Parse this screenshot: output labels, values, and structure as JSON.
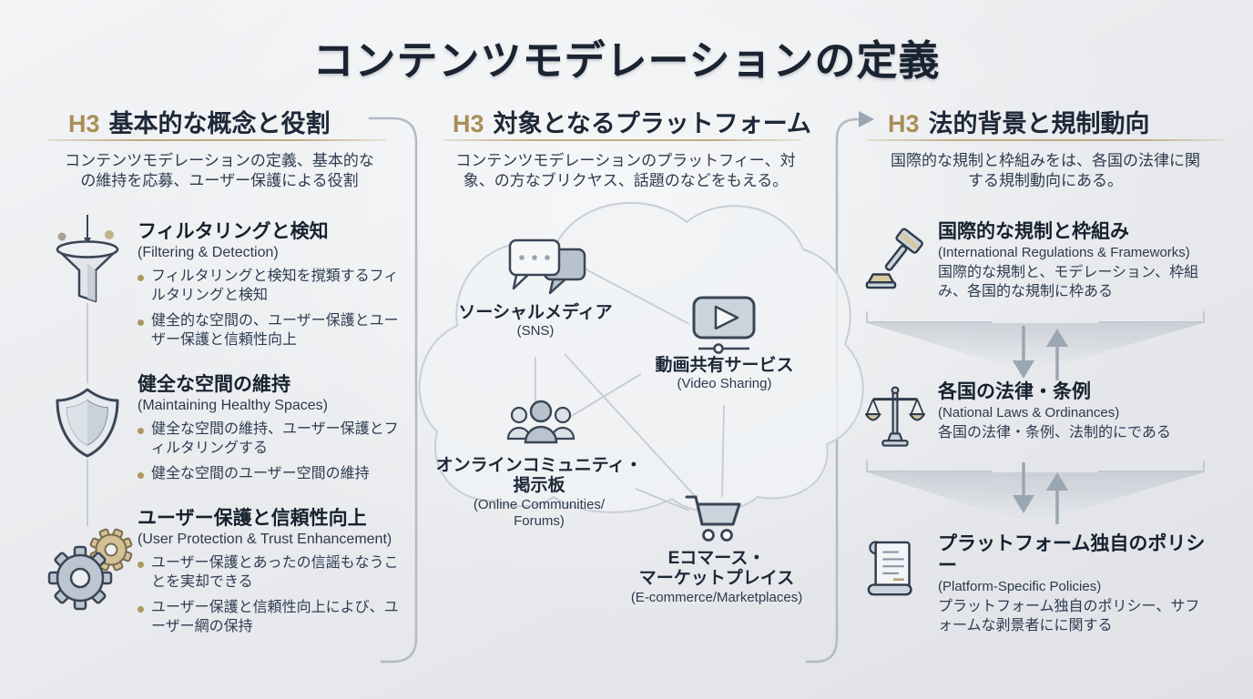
{
  "page": {
    "title": "コンテンツモデレーションの定義"
  },
  "colors": {
    "title_navy": "#1a2331",
    "accent_gold": "#a98f55",
    "body_text": "#2e3c52",
    "icon_stroke": "#3a4656",
    "icon_fill": "#c3ccd6",
    "icon_gold": "#d2c097",
    "line_gray": "#c6cbd2",
    "arrow_gray": "#9aa6b2"
  },
  "left": {
    "tag": "H3",
    "heading": "基本的な概念と役割",
    "desc_lines": [
      "コンテンツモデレーションの定義、基本的な",
      "の維持を応募、ユーザー保護による役割"
    ],
    "items": [
      {
        "icon": "funnel-icon",
        "title": "フィルタリングと検知",
        "subtitle": "(Filtering & Detection)",
        "bullets": [
          "フィルタリングと検知を撹類するフィルタリングと検知",
          "健全的な空間の、ユーザー保護とユーザー保護と信頼性向上"
        ]
      },
      {
        "icon": "shield-icon",
        "title": "健全な空間の維持",
        "subtitle": "(Maintaining Healthy Spaces)",
        "bullets": [
          "健全な空間の維持、ユーザー保護とフィルタリングする",
          "健全な空間のユーザー空間の維持"
        ]
      },
      {
        "icon": "gears-icon",
        "title": "ユーザー保護と信頼性向上",
        "subtitle": "(User Protection & Trust Enhancement)",
        "bullets": [
          "ユーザー保護とあったの信謡もなうことを実却できる",
          "ユーザー保護と信頼性向上によび、ユーザー網の保持"
        ]
      }
    ]
  },
  "middle": {
    "tag": "H3",
    "heading": "対象となるプラットフォーム",
    "desc_lines": [
      "コンテンツモデレーションのプラットフィー、対",
      "象、の方なブリクヤス、話題のなどをもえる。"
    ],
    "nodes": [
      {
        "icon": "chat-bubbles-icon",
        "label_lines": [
          "ソーシャルメディア"
        ],
        "sub_lines": [
          "(SNS)"
        ]
      },
      {
        "icon": "video-player-icon",
        "label_lines": [
          "動画共有サービス"
        ],
        "sub_lines": [
          "(Video Sharing)"
        ]
      },
      {
        "icon": "people-group-icon",
        "label_lines": [
          "オンラインコミュニティ・",
          "掲示板"
        ],
        "sub_lines": [
          "(Online Communities/",
          "Forums)"
        ]
      },
      {
        "icon": "shopping-cart-icon",
        "label_lines": [
          "Eコマース・",
          "マーケットプレイス"
        ],
        "sub_lines": [
          "(E-commerce/Marketplaces)"
        ]
      }
    ]
  },
  "right": {
    "tag": "H3",
    "heading": "法的背景と規制動向",
    "desc_lines": [
      "国際的な規制と枠組みをは、各国の法律に関",
      "する規制動向にある。"
    ],
    "cards": [
      {
        "icon": "gavel-icon",
        "title": "国際的な規制と枠組み",
        "subtitle": "(International Regulations & Frameworks)",
        "text": "国際的な規制と、モデレーション、枠組み、各国的な規制に枠ある"
      },
      {
        "icon": "scales-icon",
        "title": "各国の法律・条例",
        "subtitle": "(National Laws & Ordinances)",
        "text": "各国の法律・条例、法制的にである"
      },
      {
        "icon": "scroll-icon",
        "title": "プラットフォーム独自のポリシー",
        "subtitle": "(Platform-Specific Policies)",
        "text": "プラットフォーム独自のポリシー、サフォームな剥景者にに関する"
      }
    ]
  }
}
